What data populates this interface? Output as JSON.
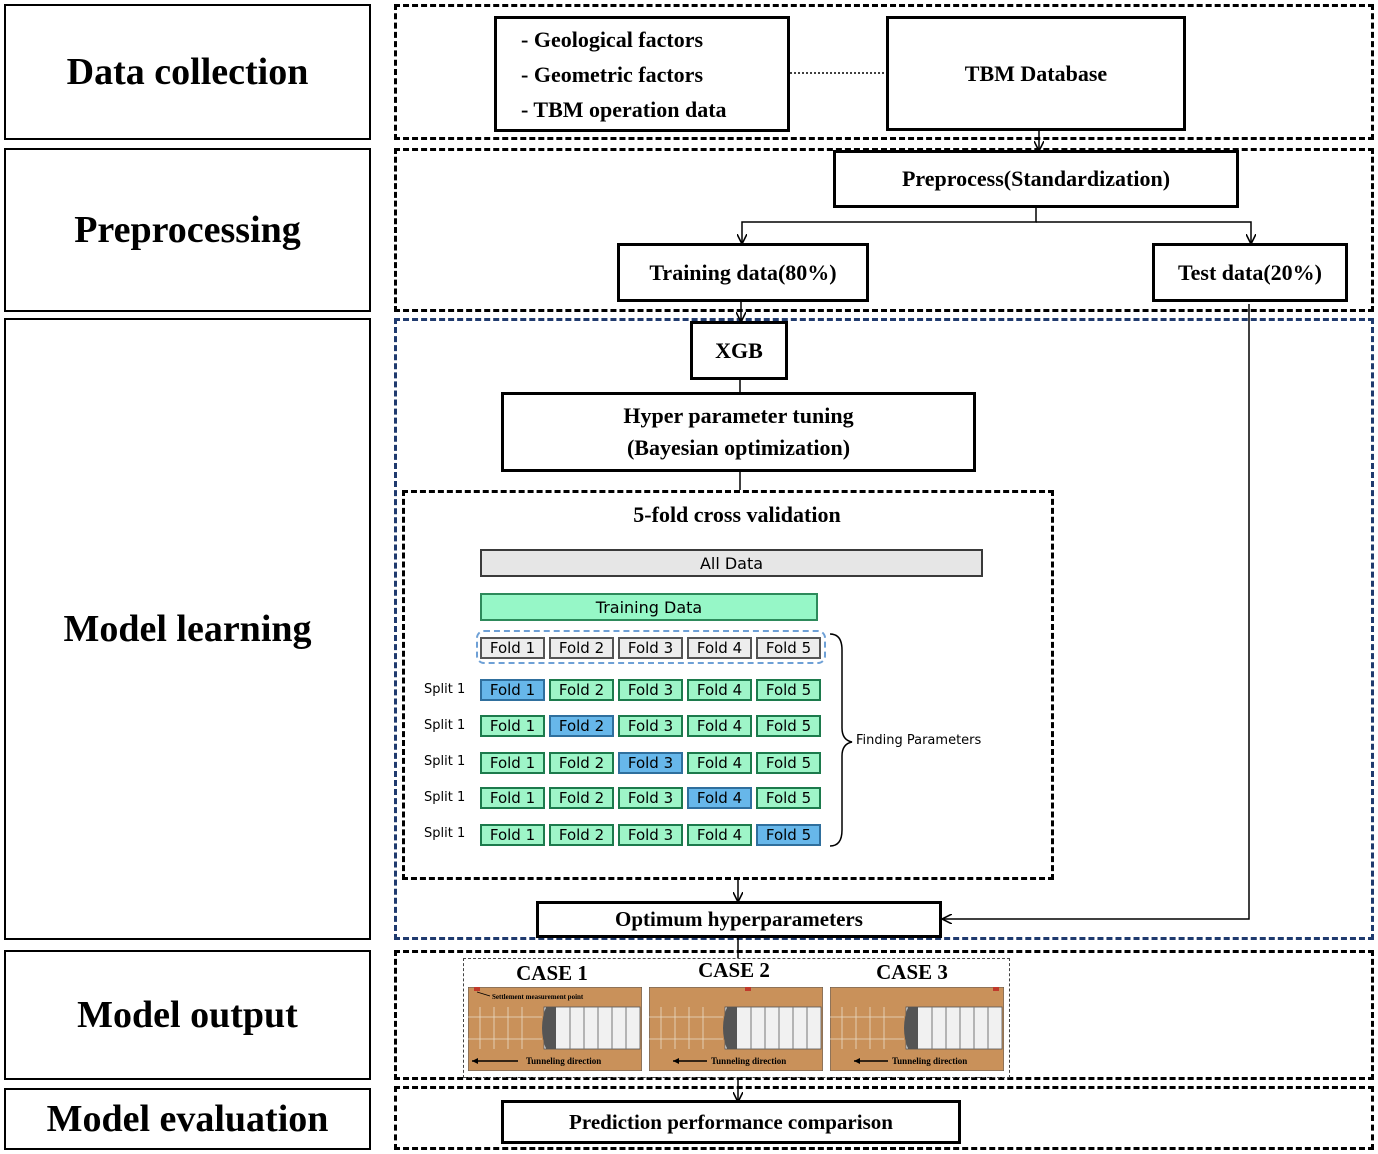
{
  "stages": {
    "data_collection": "Data collection",
    "preprocessing": "Preprocessing",
    "model_learning": "Model learning",
    "model_output": "Model output",
    "model_evaluation": "Model evaluation"
  },
  "data_collection": {
    "factors": [
      "- Geological factors",
      "- Geometric factors",
      "- TBM operation data"
    ],
    "database": "TBM Database"
  },
  "preprocessing": {
    "preprocess": "Preprocess(Standardization)",
    "training": "Training data(80%)",
    "test": "Test data(20%)"
  },
  "model_learning": {
    "xgb": "XGB",
    "tuning_line1": "Hyper parameter tuning",
    "tuning_line2": "(Bayesian optimization)",
    "cv_title": "5-fold cross validation",
    "all_data": "All Data",
    "training_data": "Training Data",
    "folds": [
      "Fold 1",
      "Fold 2",
      "Fold 3",
      "Fold 4",
      "Fold 5"
    ],
    "splits": [
      "Split 1",
      "Split 1",
      "Split 1",
      "Split 1",
      "Split 1"
    ],
    "finding": "Finding Parameters",
    "optimum": "Optimum hyperparameters"
  },
  "model_output": {
    "cases": [
      "CASE 1",
      "CASE 2",
      "CASE 3"
    ],
    "measurement_label": "Settlement measurement point",
    "direction_label": "Tunneling direction"
  },
  "model_evaluation": {
    "comparison": "Prediction performance comparison"
  },
  "colors": {
    "training_fold": "#9ef5c8",
    "validation_fold": "#67b7ea",
    "soil": "#c9915a",
    "panel_blue": "#1f3a6e"
  }
}
